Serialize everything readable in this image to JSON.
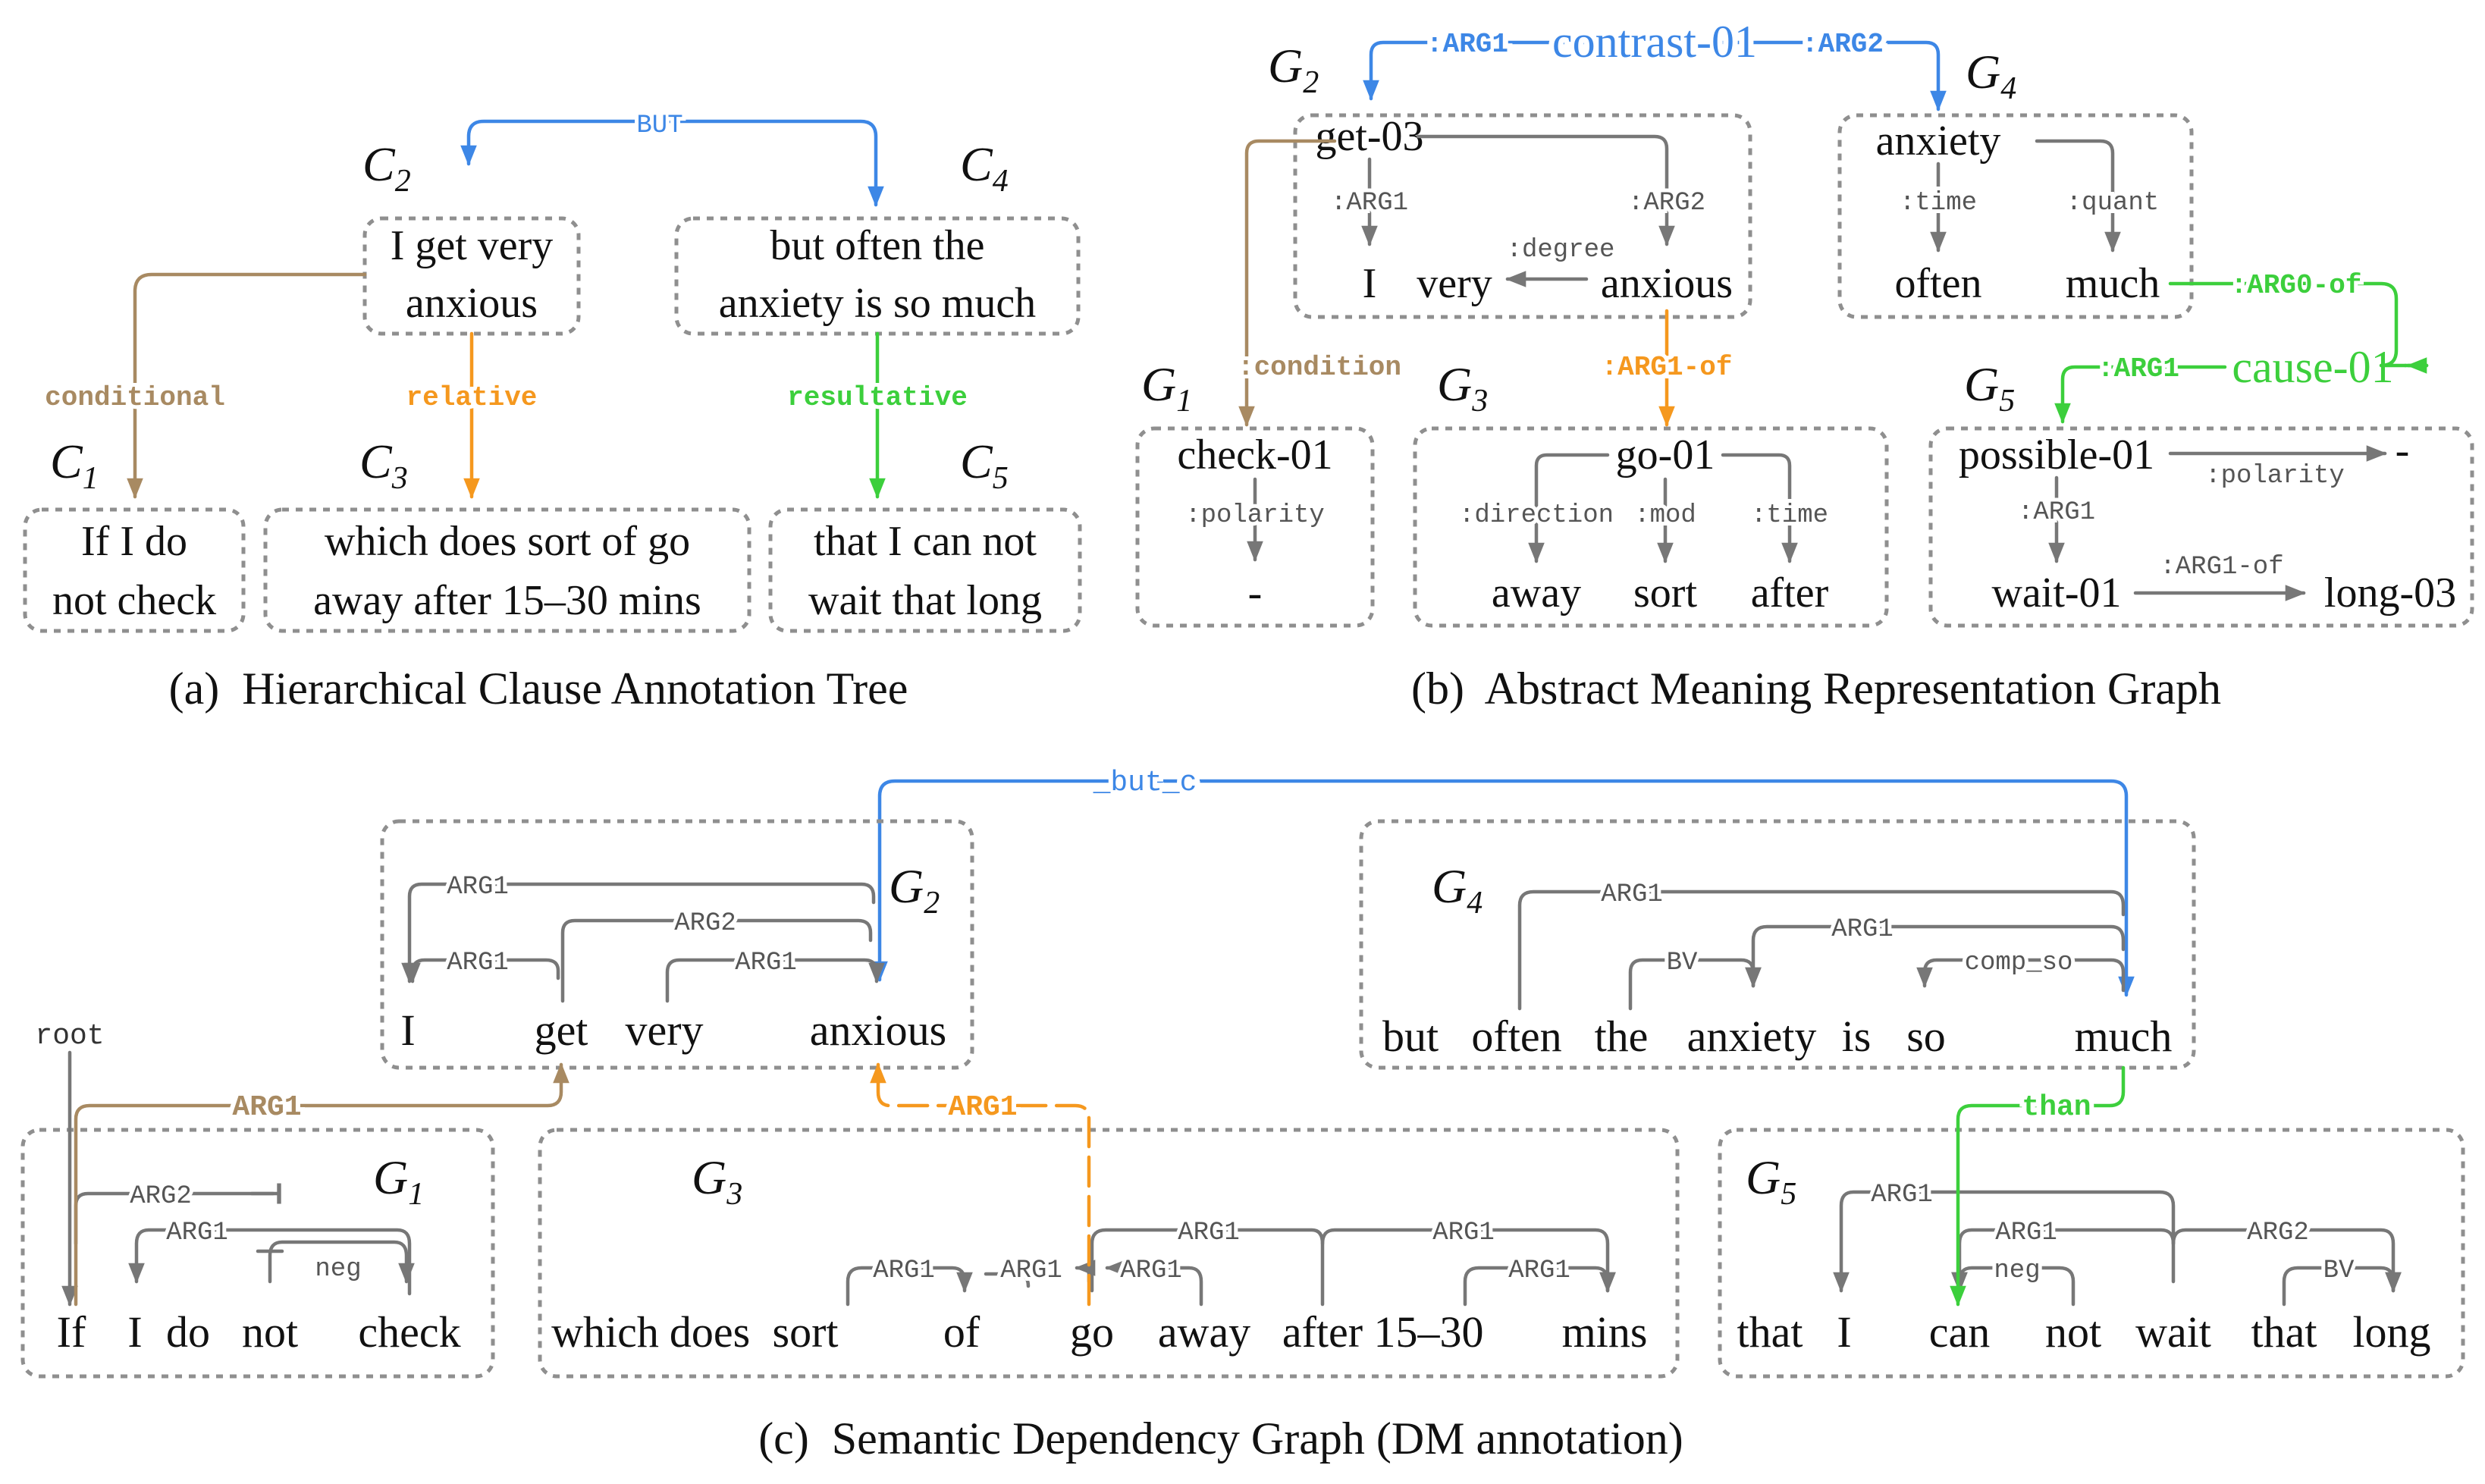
{
  "colors": {
    "node_text": "#111111",
    "edge_gray": "#777777",
    "box_border": "#8f8f8f",
    "blue": "#3d87e6",
    "orange": "#f5981e",
    "green": "#3ccf3c",
    "brown": "#a88a62"
  },
  "panel_a": {
    "caption": "(a)  Hierarchical Clause Annotation Tree",
    "top_relation": "BUT",
    "clauses": [
      {
        "id": "C",
        "sub": "2",
        "lines": [
          "I get very",
          "anxious"
        ]
      },
      {
        "id": "C",
        "sub": "4",
        "lines": [
          "but often the",
          "anxiety is so much"
        ]
      },
      {
        "id": "C",
        "sub": "1",
        "lines": [
          "If I do",
          "not check"
        ]
      },
      {
        "id": "C",
        "sub": "3",
        "lines": [
          "which does sort of go",
          "away after 15–30 mins"
        ]
      },
      {
        "id": "C",
        "sub": "5",
        "lines": [
          "that I can not",
          "wait that long"
        ]
      }
    ],
    "relations": [
      "conditional",
      "relative",
      "resultative"
    ]
  },
  "panel_b": {
    "caption": "(b)  Abstract Meaning Representation Graph",
    "top": {
      "concept": "contrast-01",
      "arg1": ":ARG1",
      "arg2": ":ARG2"
    },
    "groups": [
      "G",
      "G",
      "G",
      "G",
      "G"
    ],
    "group_subs": [
      "2",
      "4",
      "1",
      "3",
      "5"
    ],
    "g2": {
      "root": "get-03",
      "n1": "I",
      "n2": "very",
      "n3": "anxious",
      "e1": ":ARG1",
      "e2": ":ARG2",
      "e3": ":degree"
    },
    "g4": {
      "root": "anxiety",
      "n1": "often",
      "n2": "much",
      "e1": ":time",
      "e2": ":quant"
    },
    "g1": {
      "root": "check-01",
      "n1": "-",
      "e1": ":polarity"
    },
    "g3": {
      "root": "go-01",
      "n1": "away",
      "n2": "sort",
      "n3": "after",
      "e1": ":direction",
      "e2": ":mod",
      "e3": ":time"
    },
    "g5": {
      "root": "possible-01",
      "n1": "-",
      "n2": "wait-01",
      "n3": "long-03",
      "e1": ":polarity",
      "e2": ":ARG1",
      "e3": ":ARG1-of"
    },
    "cross": {
      "condition": ":condition",
      "arg1of": ":ARG1-of",
      "arg0of": ":ARG0-of",
      "cause": "cause-01",
      "cause_arg1": ":ARG1"
    }
  },
  "panel_c": {
    "caption": "(c)  Semantic Dependency Graph (DM annotation)",
    "top_label": "_but_c",
    "root_label": "root",
    "groups": [
      "G",
      "G",
      "G",
      "G",
      "G"
    ],
    "group_subs": [
      "2",
      "4",
      "1",
      "3",
      "5"
    ],
    "g2_words": [
      "I",
      "get",
      "very",
      "anxious"
    ],
    "g2_edges": [
      "ARG1",
      "ARG2",
      "ARG1",
      "ARG1"
    ],
    "g4_words": [
      "but",
      "often",
      "the",
      "anxiety",
      "is",
      "so",
      "much"
    ],
    "g4_edges": [
      "ARG1",
      "ARG1",
      "BV",
      "comp_so"
    ],
    "g1_words": [
      "If",
      "I",
      "do",
      "not",
      "check"
    ],
    "g1_edges": [
      "ARG2",
      "ARG1",
      "neg"
    ],
    "g3_words": [
      "which",
      "does",
      "sort",
      "of",
      "go",
      "away",
      "after",
      "15–30",
      "mins"
    ],
    "g3_edges": [
      "ARG1",
      "ARG1",
      "ARG1",
      "ARG1",
      "ARG1",
      "ARG1"
    ],
    "g5_words": [
      "that",
      "I",
      "can",
      "not",
      "wait",
      "that",
      "long"
    ],
    "g5_edges": [
      "ARG1",
      "ARG1",
      "ARG2",
      "neg",
      "BV"
    ],
    "cross": {
      "arg1": "ARG1",
      "arg1_orange": "ARG1",
      "than": "than"
    }
  }
}
